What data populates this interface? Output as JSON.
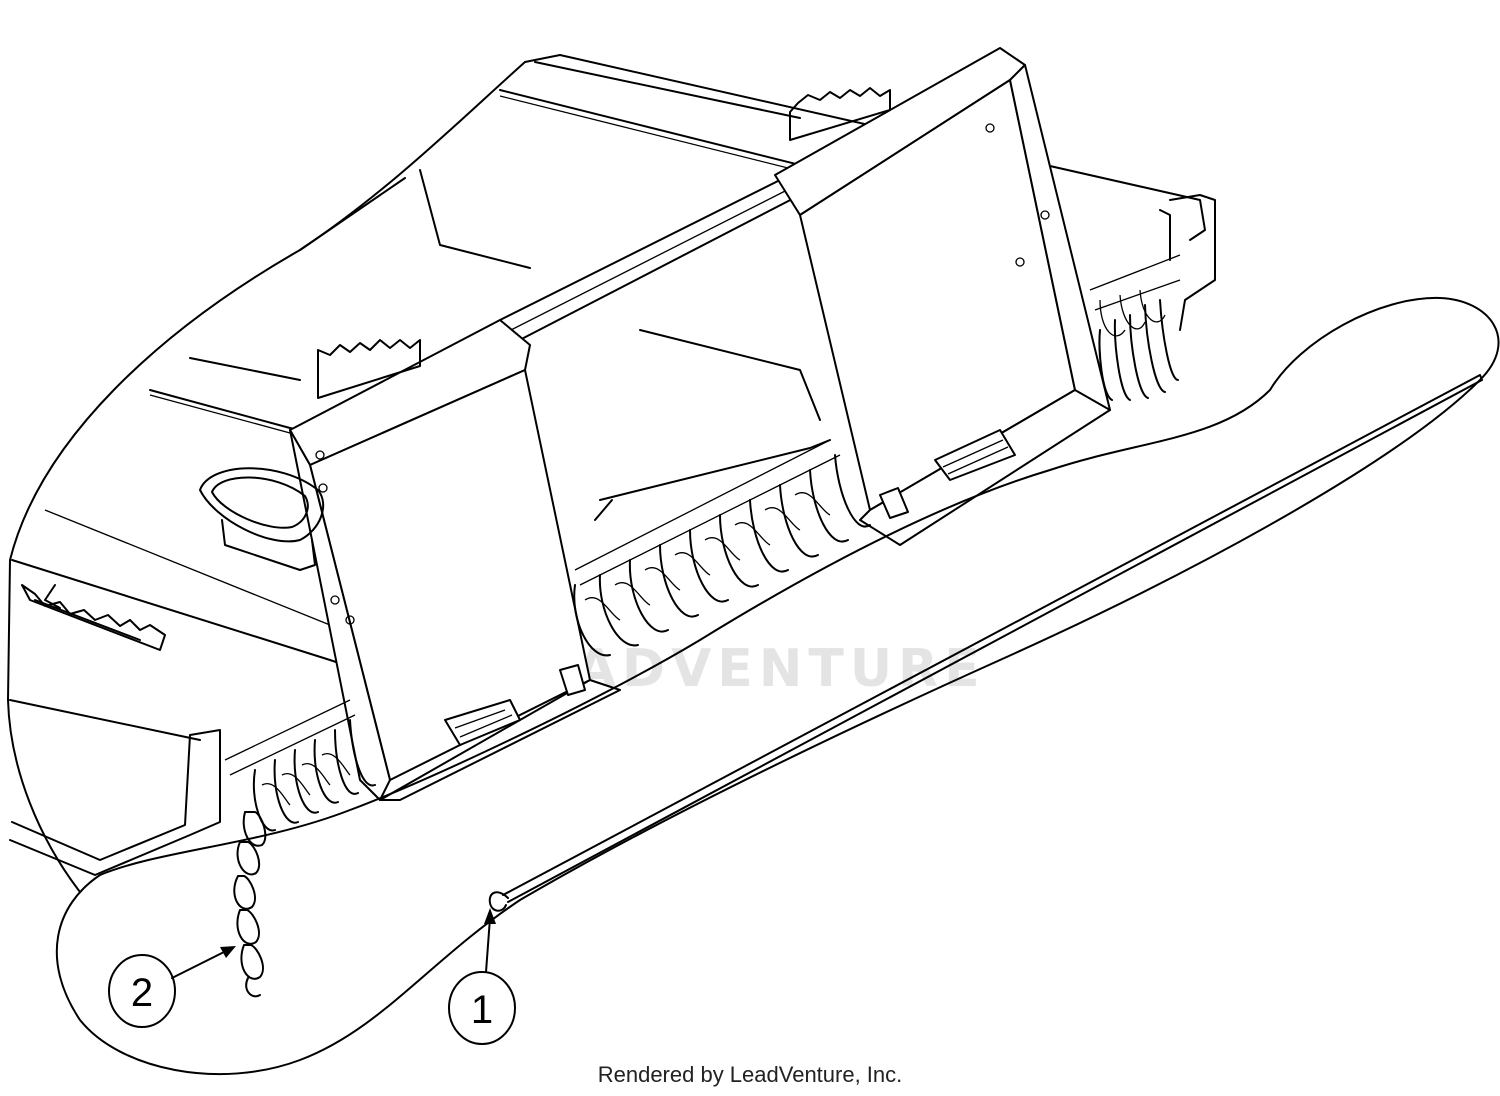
{
  "callouts": [
    {
      "id": "1",
      "label": "1"
    },
    {
      "id": "2",
      "label": "2"
    }
  ],
  "watermark": "LEADVENTURE",
  "credit": "Rendered by LeadVenture, Inc.",
  "colors": {
    "line": "#000000",
    "background": "#ffffff",
    "watermark": "#e4e4e4"
  }
}
